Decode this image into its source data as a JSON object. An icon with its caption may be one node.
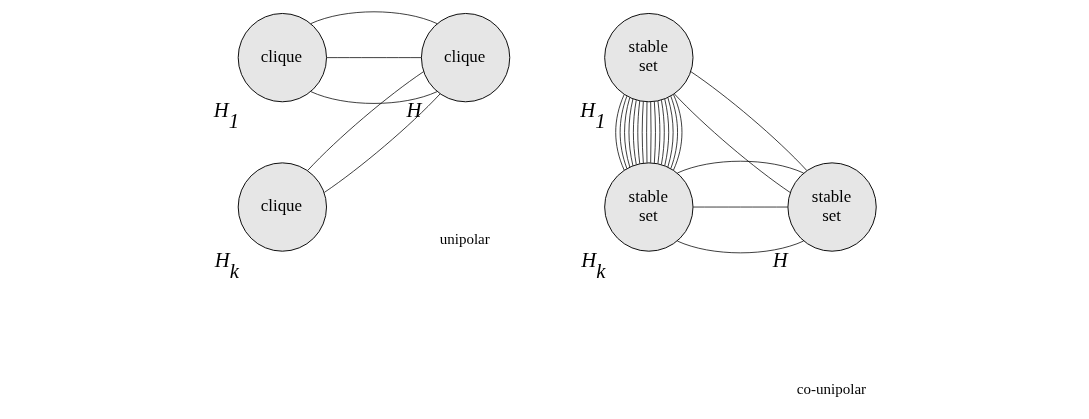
{
  "diagram": {
    "nodes": [
      {
        "text": [
          "clique"
        ],
        "beside": [
          "H$_{1}$"
        ]
      },
      {
        "text": [
          "clique"
        ],
        "beside": [
          "H$_{k}$"
        ]
      },
      {
        "text": [
          "clique"
        ],
        "beside": [
          "H"
        ]
      },
      {
        "text": [
          "stable set"
        ],
        "beside": [
          "H$_{1}$"
        ]
      },
      {
        "text": [
          "stable set"
        ],
        "beside": [
          "H$_{k}$"
        ]
      },
      {
        "text": [
          "stable set"
        ],
        "beside": [
          "H"
        ]
      }
    ],
    "edges": [
      {
        "from": 0,
        "to": 2,
        "arrow": "none"
      },
      {
        "from": 0,
        "to": 2,
        "arrow": "none"
      },
      {
        "from": 0,
        "to": 2,
        "arrow": "none"
      },
      {
        "from": 1,
        "to": 2,
        "arrow": "none"
      },
      {
        "from": 1,
        "to": 2,
        "arrow": "none"
      },
      {
        "from": 3,
        "to": 5,
        "arrow": "none"
      },
      {
        "from": 3,
        "to": 5,
        "arrow": "none"
      },
      {
        "from": 4,
        "to": 5,
        "arrow": "none"
      },
      {
        "from": 4,
        "to": 5,
        "arrow": "none"
      },
      {
        "from": 4,
        "to": 5,
        "arrow": "none"
      },
      {
        "from": 3,
        "to": 4,
        "arrow": "none"
      },
      {
        "from": 3,
        "to": 4,
        "arrow": "none"
      },
      {
        "from": 3,
        "to": 4,
        "arrow": "none"
      },
      {
        "from": 3,
        "to": 4,
        "arrow": "none"
      },
      {
        "from": 3,
        "to": 4,
        "arrow": "none"
      },
      {
        "from": 3,
        "to": 4,
        "arrow": "none"
      },
      {
        "from": 3,
        "to": 4,
        "arrow": "none"
      },
      {
        "from": 3,
        "to": 4,
        "arrow": "none"
      },
      {
        "from": 3,
        "to": 4,
        "arrow": "none"
      },
      {
        "from": 3,
        "to": 4,
        "arrow": "none"
      },
      {
        "from": 3,
        "to": 4,
        "arrow": "none"
      },
      {
        "from": 3,
        "to": 4,
        "arrow": "none"
      },
      {
        "from": 3,
        "to": 4,
        "arrow": "none"
      },
      {
        "from": 3,
        "to": 4,
        "arrow": "none"
      },
      {
        "from": 3,
        "to": 4,
        "arrow": "none"
      },
      {
        "from": 3,
        "to": 4,
        "arrow": "none"
      }
    ],
    "labels": [
      "unipolar",
      "co-unipolar"
    ]
  }
}
